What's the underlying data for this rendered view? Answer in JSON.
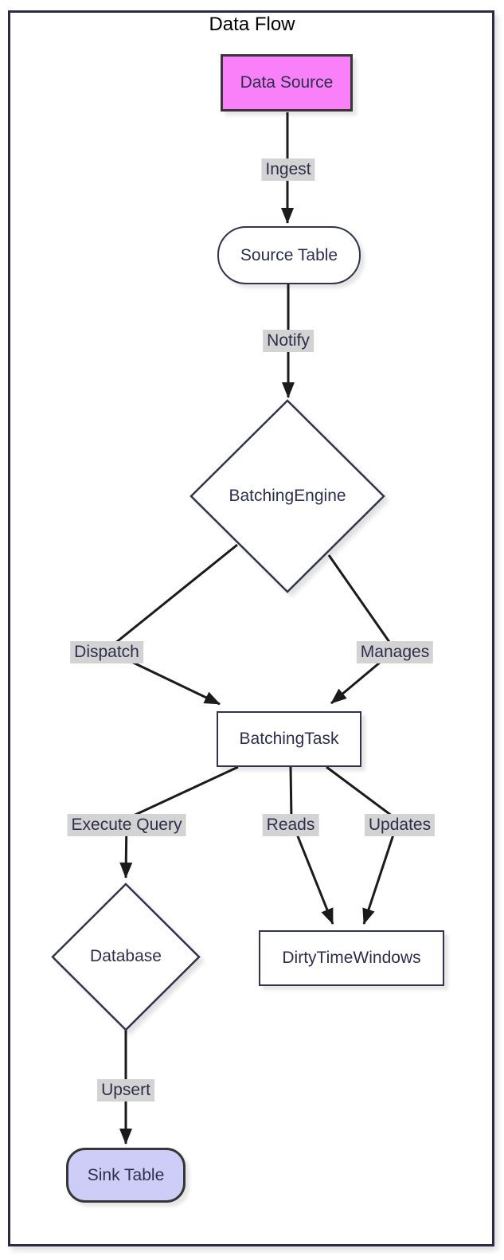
{
  "diagram": {
    "title": "Data Flow",
    "type": "flowchart",
    "nodes": {
      "data_source": {
        "label": "Data Source",
        "shape": "rectangle",
        "fill": "#fa80fa"
      },
      "source_table": {
        "label": "Source Table",
        "shape": "rounded",
        "fill": "#ffffff"
      },
      "batching_engine": {
        "label": "BatchingEngine",
        "shape": "diamond",
        "fill": "#ffffff"
      },
      "batching_task": {
        "label": "BatchingTask",
        "shape": "rectangle",
        "fill": "#ffffff"
      },
      "database": {
        "label": "Database",
        "shape": "diamond",
        "fill": "#ffffff"
      },
      "dirty_time_windows": {
        "label": "DirtyTimeWindows",
        "shape": "rectangle",
        "fill": "#ffffff"
      },
      "sink_table": {
        "label": "Sink Table",
        "shape": "rounded",
        "fill": "#cdcdf8"
      }
    },
    "edge_labels": {
      "ingest": "Ingest",
      "notify": "Notify",
      "dispatch": "Dispatch",
      "manages": "Manages",
      "execute_query": "Execute Query",
      "reads": "Reads",
      "updates": "Updates",
      "upsert": "Upsert"
    },
    "edges": [
      {
        "from": "data_source",
        "to": "source_table",
        "label": "Ingest"
      },
      {
        "from": "source_table",
        "to": "batching_engine",
        "label": "Notify"
      },
      {
        "from": "batching_engine",
        "to": "batching_task",
        "label": "Dispatch"
      },
      {
        "from": "batching_engine",
        "to": "batching_task",
        "label": "Manages"
      },
      {
        "from": "batching_task",
        "to": "database",
        "label": "Execute Query"
      },
      {
        "from": "batching_task",
        "to": "dirty_time_windows",
        "label": "Reads"
      },
      {
        "from": "batching_task",
        "to": "dirty_time_windows",
        "label": "Updates"
      },
      {
        "from": "database",
        "to": "sink_table",
        "label": "Upsert"
      }
    ],
    "colors": {
      "node_border": "#33334d",
      "styled_node_border": "#363636",
      "node_text": "#2e2e4c",
      "edge_line": "#1b1b1b",
      "edge_label_bg": "#d3d3d3",
      "data_source_fill": "#fa80fa",
      "sink_table_fill": "#cdcdf8",
      "frame_border": "#2b2b45"
    }
  }
}
